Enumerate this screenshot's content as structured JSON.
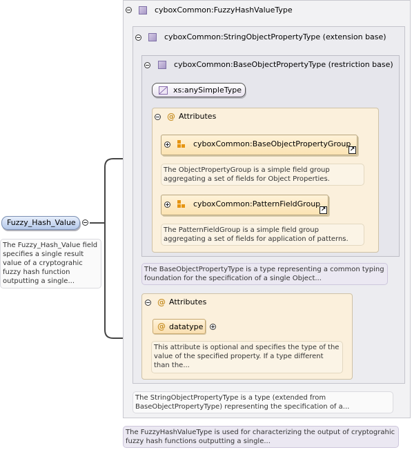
{
  "element": {
    "name": "Fuzzy_Hash_Value",
    "description": "The Fuzzy_Hash_Value field specifies a single result value of a cryptograhic fuzzy hash function outputting a single..."
  },
  "fuzzy_type": {
    "title": "cyboxCommon:FuzzyHashValueType",
    "description": "The FuzzyHashValueType is used for characterizing the output of cryptograhic fuzzy hash functions outputting a single..."
  },
  "string_type": {
    "title": "cyboxCommon:StringObjectPropertyType (extension base)",
    "description": "The StringObjectPropertyType is a type (extended from BaseObjectPropertyType) representing the specification of a..."
  },
  "base_type": {
    "title": "cyboxCommon:BaseObjectPropertyType (restriction base)",
    "description": "The BaseObjectPropertyType is a type representing a common typing foundation for the specification of a single Object..."
  },
  "simple_type": {
    "label": "xs:anySimpleType"
  },
  "base_attributes": {
    "title": "Attributes",
    "groups": [
      {
        "name": "cyboxCommon:BaseObjectPropertyGroup",
        "description": "The ObjectPropertyGroup is a simple field group aggregating a set of fields for Object Properties."
      },
      {
        "name": "cyboxCommon:PatternFieldGroup",
        "description": "The PatternFieldGroup is a simple field group aggregating a set of fields for application of patterns."
      }
    ]
  },
  "string_attributes": {
    "title": "Attributes",
    "attribute": {
      "name": "datatype",
      "description": "This attribute is optional and specifies the type of the value of the specified property. If a type different than the..."
    }
  },
  "colors": {
    "type_box": "#f2f2f4",
    "attribute_box": "#fbf0dc",
    "element_pill": "#b4c8ea",
    "group_icon": "#e59412",
    "connector": "#444444"
  },
  "icons": {
    "collapse": "minus-circle-icon",
    "expand": "plus-circle-icon",
    "complex_type": "complex-type-icon",
    "simple_type": "simple-type-icon",
    "attribute": "at-sign-icon",
    "attribute_group": "attribute-group-icon",
    "reference": "reference-arrow-icon"
  }
}
